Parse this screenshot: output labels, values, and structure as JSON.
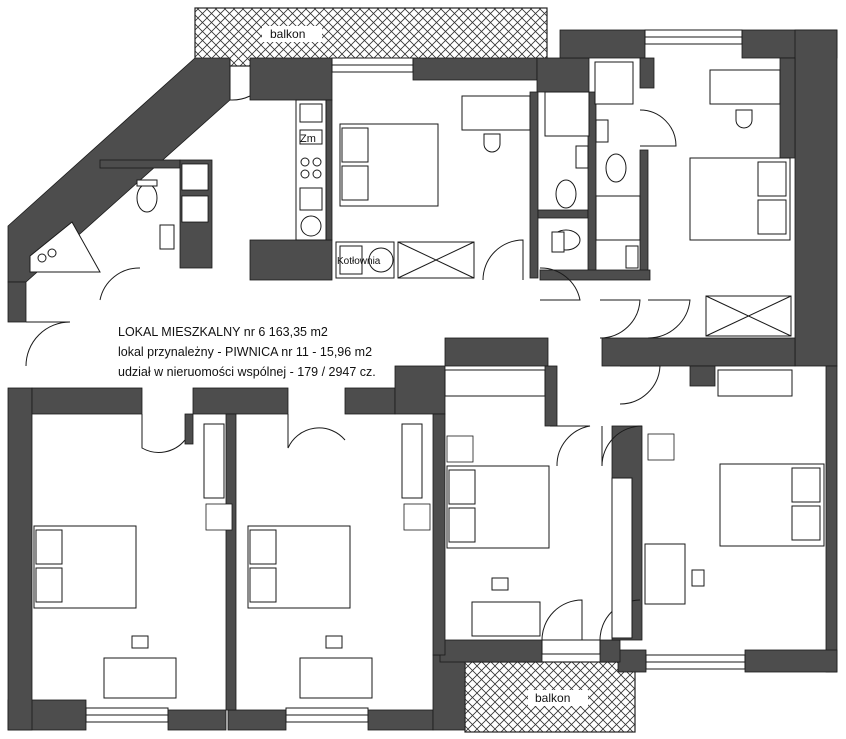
{
  "balcony_top_label": "balkon",
  "balcony_bottom_label": "balkon",
  "fridge_label": "Zm",
  "boiler_label": "Kotłownia",
  "info": {
    "line1": "LOKAL MIESZKALNY  nr 6   163,35 m2",
    "line2": "lokal przynależny - PIWNICA nr 11   - 15,96 m2",
    "line3": "udział w nieruomości wspólnej - 179 / 2947 cz."
  },
  "colors": {
    "wall": "#4d4d4d",
    "line": "#1a1a1a",
    "balcony_hatch": "#333333",
    "background": "#ffffff"
  }
}
